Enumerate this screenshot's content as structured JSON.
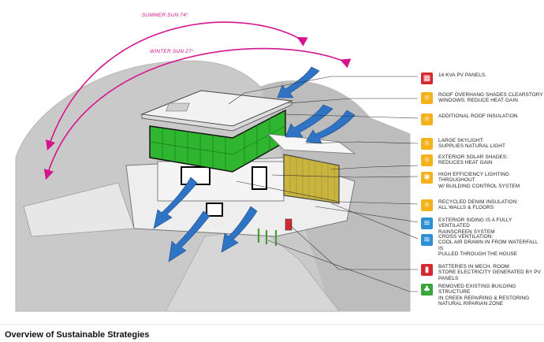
{
  "sun_paths": {
    "summer_label": "SUMMER SUN 74°",
    "winter_label": "WINTER SUN 27°",
    "color": "#d4148c"
  },
  "legend": [
    {
      "icon": "solar-panel-icon",
      "color": "#d8282f",
      "text": "14 KVA PV PANELS."
    },
    {
      "icon": "sun-icon",
      "color": "#f4b11c",
      "text": "ROOF OVERHANG SHADES CLEARSTORY\nWINDOWS; REDUCE HEAT GAIN"
    },
    {
      "icon": "sun-icon",
      "color": "#f4b11c",
      "text": "ADDITIONAL ROOF INSULATION"
    },
    {
      "icon": "sun-icon",
      "color": "#f4b11c",
      "text": "LARGE SKYLIGHT:\nSUPPLIES NATURAL LIGHT"
    },
    {
      "icon": "sun-icon",
      "color": "#f4b11c",
      "text": "EXTERIOR SOLAR SHADES:\nREDUCES HEAT GAIN"
    },
    {
      "icon": "lightbulb-icon",
      "color": "#f4b11c",
      "text": "HIGH EFFICIENCY LIGHTING THROUGHOUT\nW/ BUILDING CONTROL SYSTEM"
    },
    {
      "icon": "sun-icon",
      "color": "#f4b11c",
      "text": "RECYCLED DENIM INSULATION:\nALL WALLS & FLOORS"
    },
    {
      "icon": "wind-icon",
      "color": "#2f8fd3",
      "text": "EXTERIOR SIDING IS A FULLY VENTILATED\nRAINSCREEN SYSTEM"
    },
    {
      "icon": "wind-icon",
      "color": "#2f8fd3",
      "text": "CROSS VENTILATION:\nCOOL AIR DRAWN IN FROM WATERFALL IS\nPULLED THROUGH THE HOUSE"
    },
    {
      "icon": "battery-icon",
      "color": "#d8282f",
      "text": "BATTERIES IN MECH. ROOM:\nSTORE ELECTRICITY GENERATED BY PV\nPANELS"
    },
    {
      "icon": "plant-icon",
      "color": "#3aa53a",
      "text": "REMOVED EXISTING BUILDING STRUCTURE\nIN CREEK REPAIRING & RESTORING\nNATURAL RIPARIAN ZONE"
    }
  ],
  "caption": "Overview of Sustainable Strategies"
}
